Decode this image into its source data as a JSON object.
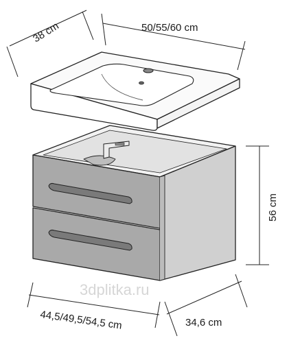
{
  "dimensions": {
    "sink_depth": "38 cm",
    "sink_width": "50/55/60 cm",
    "cabinet_height": "56 cm",
    "cabinet_width": "44,5/49,5/54,5 cm",
    "cabinet_depth": "34,6 cm"
  },
  "watermark": "3dplitka.ru",
  "colors": {
    "cabinet_front": "#a9a9a9",
    "cabinet_side": "#d0d0d0",
    "cabinet_top": "#f2f2f2",
    "handle": "#7a7a7a",
    "line": "#222222"
  }
}
